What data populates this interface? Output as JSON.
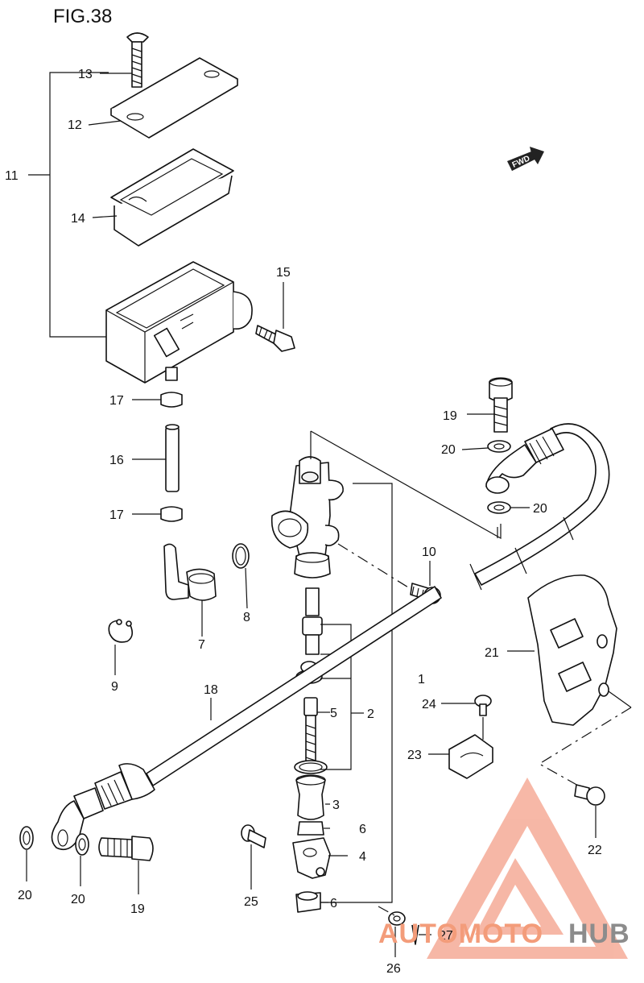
{
  "figure": {
    "title": "FIG.38",
    "forward_label": "FWD"
  },
  "callouts": {
    "n1": "1",
    "n2": "2",
    "n3": "3",
    "n4": "4",
    "n5": "5",
    "n6a": "6",
    "n6b": "6",
    "n7": "7",
    "n8": "8",
    "n9": "9",
    "n10": "10",
    "n11": "11",
    "n12": "12",
    "n13": "13",
    "n14": "14",
    "n15": "15",
    "n16": "16",
    "n17a": "17",
    "n17b": "17",
    "n18": "18",
    "n19a": "19",
    "n19b": "19",
    "n20a": "20",
    "n20b": "20",
    "n20c": "20",
    "n20d": "20",
    "n21": "21",
    "n22": "22",
    "n23": "23",
    "n24": "24",
    "n25": "25",
    "n26": "26",
    "n27": "27"
  },
  "watermark": {
    "part1": "AUTOMOTO",
    "part2": "HUB",
    "accent_color": "#e8452c",
    "gray_color": "#8c8c8c"
  }
}
